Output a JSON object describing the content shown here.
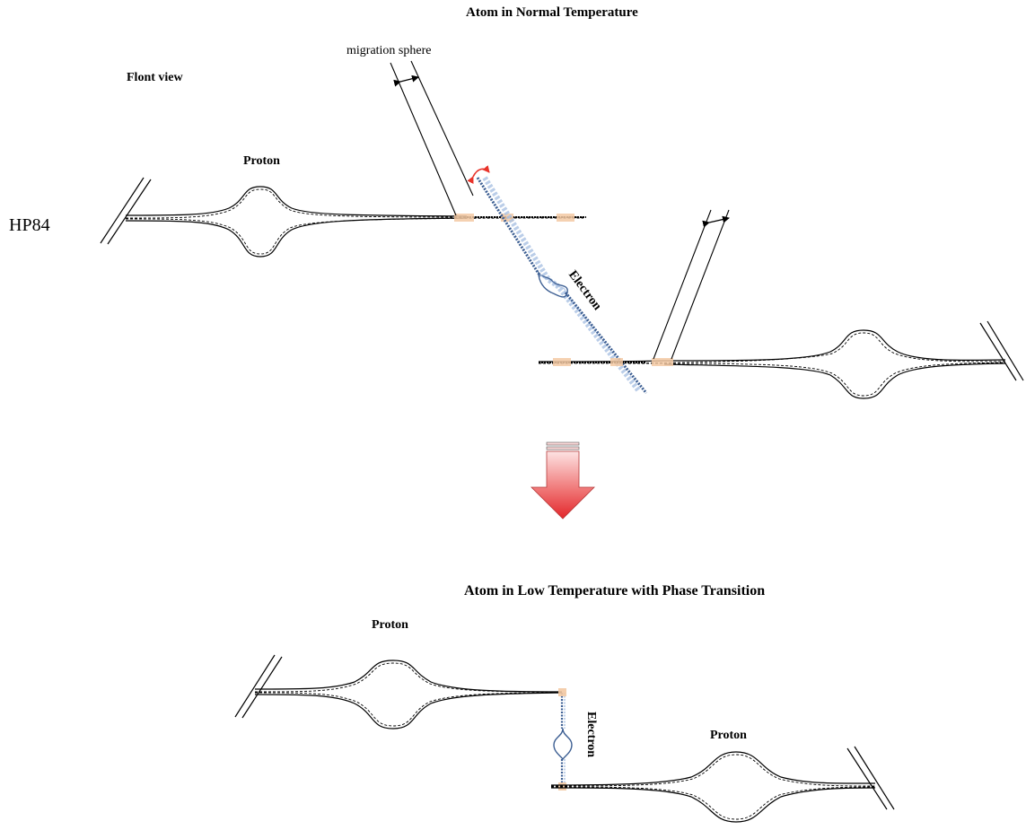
{
  "top": {
    "title": "Atom in Normal Temperature",
    "view_label": "Flont view",
    "migration_label": "migration sphere",
    "proton_label": "Proton",
    "electron_label": "Electron"
  },
  "figure_id": "HP84",
  "bottom": {
    "title": "Atom in Low Temperature with Phase Transition",
    "proton_label_left": "Proton",
    "proton_label_right": "Proton",
    "electron_label": "Electron"
  },
  "colors": {
    "electron_dark": "#3d5f93",
    "electron_light": "#a9c0e2",
    "node_orange": "#f3c9a3",
    "rotation_arrow": "#e8332a",
    "arrow_red": "#e3262a",
    "arrow_pink": "#fbd8d8"
  }
}
